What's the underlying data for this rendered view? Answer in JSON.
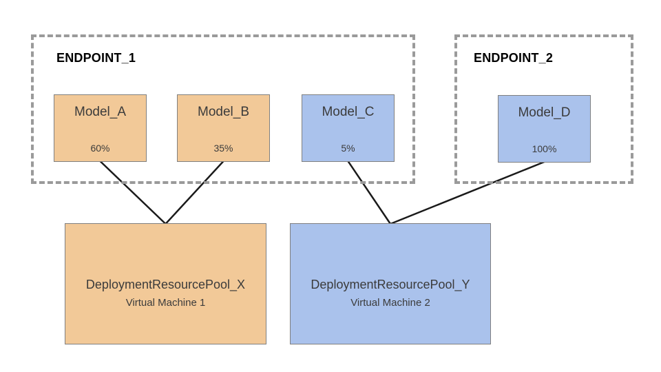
{
  "colors": {
    "background": "#ffffff",
    "orange_fill": "#f2c998",
    "blue_fill": "#aac2ec",
    "box_border": "#7f7f7f",
    "dashed_border": "#9a9a9a",
    "line_color": "#1a1a1a",
    "title_color": "#000000",
    "text_color": "#3b3b3b"
  },
  "endpoints": [
    {
      "id": "endpoint-1",
      "label": "ENDPOINT_1",
      "models": [
        {
          "id": "model-a",
          "name": "Model_A",
          "traffic": "60%",
          "color": "orange"
        },
        {
          "id": "model-b",
          "name": "Model_B",
          "traffic": "35%",
          "color": "orange"
        },
        {
          "id": "model-c",
          "name": "Model_C",
          "traffic": "5%",
          "color": "blue"
        }
      ]
    },
    {
      "id": "endpoint-2",
      "label": "ENDPOINT_2",
      "models": [
        {
          "id": "model-d",
          "name": "Model_D",
          "traffic": "100%",
          "color": "blue"
        }
      ]
    }
  ],
  "pools": [
    {
      "id": "pool-x",
      "name": "DeploymentResourcePool_X",
      "machine": "Virtual Machine 1",
      "color": "orange"
    },
    {
      "id": "pool-y",
      "name": "DeploymentResourcePool_Y",
      "machine": "Virtual Machine 2",
      "color": "blue"
    }
  ],
  "connections": [
    {
      "from": "model-a",
      "to": "pool-x"
    },
    {
      "from": "model-b",
      "to": "pool-x"
    },
    {
      "from": "model-c",
      "to": "pool-y"
    },
    {
      "from": "model-d",
      "to": "pool-y"
    }
  ]
}
